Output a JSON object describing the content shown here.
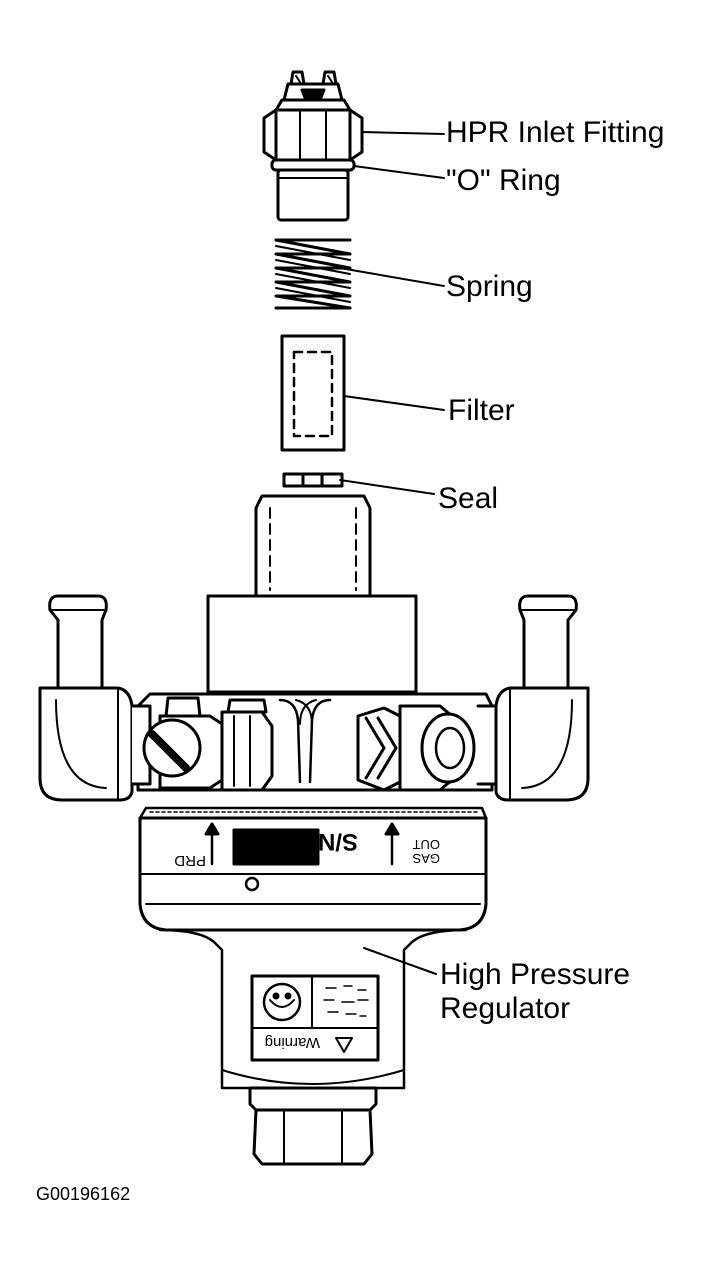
{
  "diagram": {
    "labels": {
      "inlet_fitting": "HPR Inlet Fitting",
      "o_ring": "\"O\" Ring",
      "spring": "Spring",
      "filter": "Filter",
      "seal": "Seal",
      "regulator_line1": "High Pressure",
      "regulator_line2": "Regulator"
    },
    "body_markings": {
      "prd": "PRD",
      "serial": "S/N",
      "gas_out_line1": "GAS",
      "gas_out_line2": "OUT",
      "warning": "Warning"
    },
    "figure_id": "G00196162",
    "colors": {
      "ink": "#000000",
      "paper": "#ffffff"
    }
  }
}
